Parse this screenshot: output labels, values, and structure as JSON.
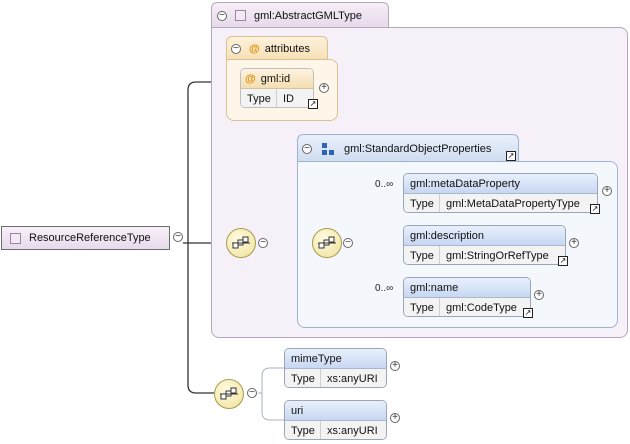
{
  "root": {
    "name": "ResourceReferenceType"
  },
  "group": {
    "name": "gml:AbstractGMLType"
  },
  "attributes": {
    "label": "attributes",
    "items": [
      {
        "name": "gml:id",
        "type_label": "Type",
        "type_value": "ID"
      }
    ]
  },
  "standard_object_properties": {
    "name": "gml:StandardObjectProperties",
    "elements": [
      {
        "name": "gml:metaDataProperty",
        "occurs": "0..∞",
        "type_label": "Type",
        "type_value": "gml:MetaDataPropertyType"
      },
      {
        "name": "gml:description",
        "occurs": "",
        "type_label": "Type",
        "type_value": "gml:StringOrRefType"
      },
      {
        "name": "gml:name",
        "occurs": "0..∞",
        "type_label": "Type",
        "type_value": "gml:CodeType"
      }
    ]
  },
  "sequence_elements": [
    {
      "name": "mimeType",
      "type_label": "Type",
      "type_value": "xs:anyURI"
    },
    {
      "name": "uri",
      "type_label": "Type",
      "type_value": "xs:anyURI"
    }
  ],
  "icons": {
    "collapse": "⊖",
    "expand": "⊕",
    "link": "link-arrow-icon",
    "sequence": "sequence-compositor-icon"
  },
  "colors": {
    "group": "#f6f0f8",
    "attributes": "#fdf6e9",
    "standard_properties": "#f4f7fc",
    "element_header": "#c7d7f2",
    "compositor": "#efe19a"
  }
}
